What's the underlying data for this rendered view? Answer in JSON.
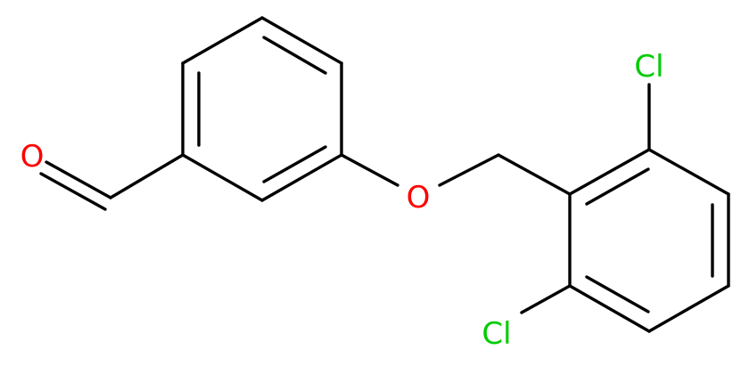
{
  "molecule": {
    "atoms": {
      "aldehyde_oxygen": {
        "symbol": "O",
        "color": "#ff0000"
      },
      "ether_oxygen": {
        "symbol": "O",
        "color": "#ff0000"
      },
      "chlorine_top": {
        "symbol": "Cl",
        "color": "#00cc00"
      },
      "chlorine_bottom": {
        "symbol": "Cl",
        "color": "#00cc00"
      }
    },
    "bond_color": "#000000"
  }
}
